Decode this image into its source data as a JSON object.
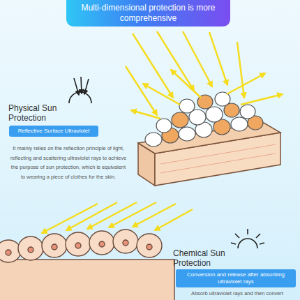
{
  "diagram": {
    "title": "Multi-dimensional protection is more comprehensive",
    "nodes": [
      {
        "text": [
          "Reflective Surface Ultraviolet"
        ]
      },
      {
        "text": [
          "Conversion and release after absorbing ultraviolet rays"
        ]
      }
    ],
    "labels": [
      "Physical Sun Protection",
      "It mainly relies on the reflection principle of light, reflecting and scattering ultraviolet rays to achieve the purpose of sun protection, which is equivalent to wearing a piece of clothes for the skin.",
      "Chemical Sun Protection",
      "Absorb ultraviolet rays and then convert"
    ]
  }
}
